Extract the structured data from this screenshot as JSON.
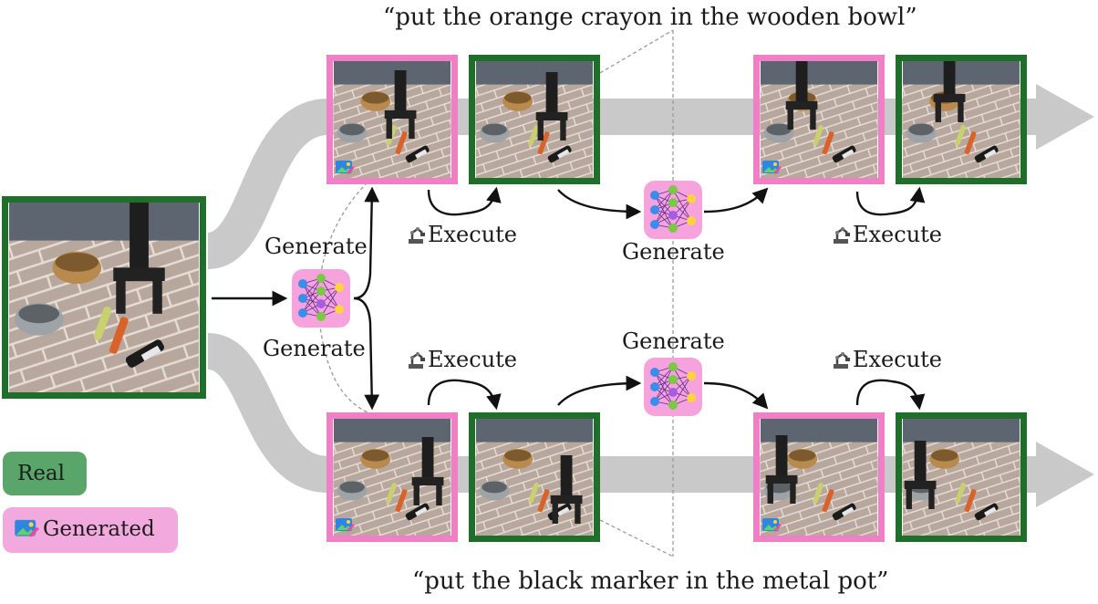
{
  "instructions": {
    "top": "“put the orange crayon in the wooden bowl”",
    "bottom": "“put the black marker in the metal pot”"
  },
  "labels": {
    "generate": "Generate",
    "execute": "Execute"
  },
  "legend": {
    "real": "Real",
    "generated": "Generated"
  },
  "colors": {
    "real_border": "#1f6e2a",
    "generated_border": "#f07fc8",
    "flow_arrow": "#c8c8c8",
    "network_bg": "#f6a3dd"
  },
  "icons": {
    "execute": "robot-arm-icon",
    "generate": "neural-network-icon",
    "generated_badge": "generated-image-icon"
  }
}
